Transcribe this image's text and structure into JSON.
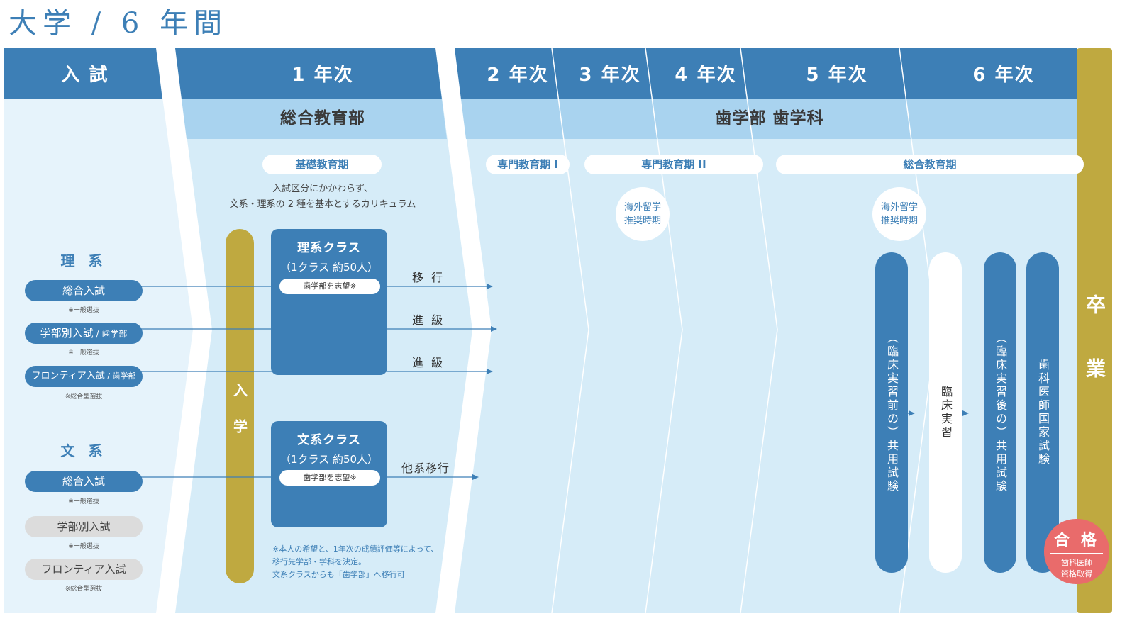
{
  "title": "大学 / 6 年間",
  "years": [
    "入 試",
    "1 年次",
    "2 年次",
    "3 年次",
    "4 年次",
    "5 年次",
    "6 年次"
  ],
  "graduation": "卒 業",
  "departments": {
    "general": "総合教育部",
    "dental": "歯学部 歯学科"
  },
  "periods": {
    "basic": "基礎教育期",
    "specialized1": "専門教育期 I",
    "specialized2": "専門教育期 II",
    "comprehensive": "総合教育期"
  },
  "basic_description": [
    "入試区分にかかわらず、",
    "文系・理系の 2 種を基本とするカリキュラム"
  ],
  "study_abroad": [
    "海外留学",
    "推奨時期"
  ],
  "admission_groups": {
    "science": {
      "label": "理 系",
      "exams": [
        {
          "label": "総合入試",
          "note": "※一般選抜"
        },
        {
          "label": "学部別入試",
          "suffix": " / 歯学部",
          "note": "※一般選抜"
        },
        {
          "label": "フロンティア入試",
          "suffix": " / 歯学部",
          "note": "※総合型選抜"
        }
      ]
    },
    "humanities": {
      "label": "文 系",
      "exams": [
        {
          "label": "総合入試",
          "note": "※一般選抜"
        },
        {
          "label": "学部別入試",
          "note": "※一般選抜"
        },
        {
          "label": "フロンティア入試",
          "note": "※総合型選抜"
        }
      ]
    }
  },
  "enrollment": "入 学",
  "classes": {
    "science": {
      "name": "理系クラス",
      "size": "（1クラス 約50人）",
      "wish": "歯学部を志望※"
    },
    "humanities": {
      "name": "文系クラス",
      "size": "（1クラス 約50人）",
      "wish": "歯学部を志望※"
    }
  },
  "transitions": {
    "move": "移 行",
    "advance1": "進 級",
    "advance2": "進 級",
    "other": "他系移行"
  },
  "footnote": [
    "※本人の希望と、1年次の成績評価等によって、",
    "移行先学部・学科を決定。",
    "文系クラスからも「歯学部」へ移行可"
  ],
  "stages": {
    "pre_exam": "（臨床実習前の）共用試験",
    "clinical": "臨床実習",
    "post_exam": "（臨床実習後の）共用試験",
    "national": "歯科医師国家試験"
  },
  "pass": {
    "label": "合 格",
    "sub": [
      "歯科医師",
      "資格取得"
    ]
  },
  "colors": {
    "blue": "#3d7fb6",
    "light_blue": "#a9d3ef",
    "pale_blue": "#d6ecf8",
    "palest_blue": "#e6f3fb",
    "gold": "#bfa940",
    "red": "#e96b6b"
  }
}
